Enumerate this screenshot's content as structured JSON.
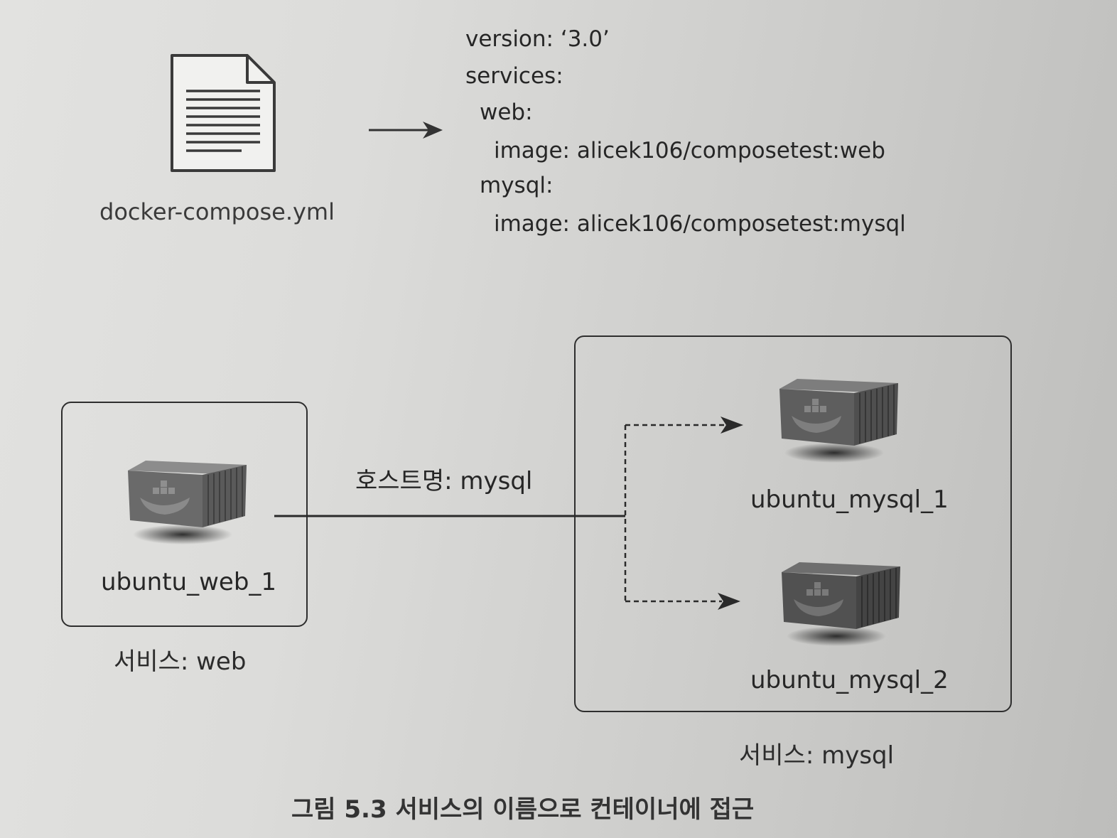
{
  "file": {
    "icon": "document-icon",
    "name": "docker-compose.yml"
  },
  "yaml": {
    "lines": [
      "version: ‘3.0’",
      "services:",
      "web:",
      "image: alicek106/composetest:web",
      "mysql:",
      "image: alicek106/composetest:mysql"
    ]
  },
  "web_service": {
    "container_icon": "docker-container-icon",
    "container_name": "ubuntu_web_1",
    "caption": "서비스: web"
  },
  "link": {
    "hostname_label": "호스트명: mysql"
  },
  "mysql_service": {
    "containers": [
      {
        "icon": "docker-container-icon",
        "name": "ubuntu_mysql_1"
      },
      {
        "icon": "docker-container-icon",
        "name": "ubuntu_mysql_2"
      }
    ],
    "caption": "서비스: mysql"
  },
  "figure": {
    "caption": "그림 5.3 서비스의 이름으로 컨테이너에 접근"
  }
}
